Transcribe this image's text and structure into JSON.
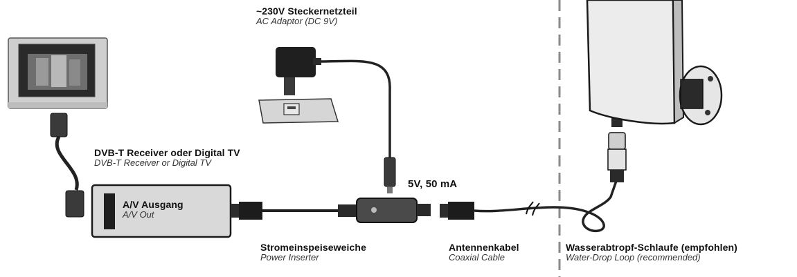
{
  "adapter": {
    "title": "~230V Steckernetzteil",
    "subtitle": "AC Adaptor (DC 9V)"
  },
  "receiver": {
    "title": "DVB-T Receiver oder Digital TV",
    "subtitle": "DVB-T Receiver or Digital TV"
  },
  "av_out": {
    "title": "A/V Ausgang",
    "subtitle": "A/V Out"
  },
  "power_spec": "5V, 50 mA",
  "inserter": {
    "title": "Stromeinspeiseweiche",
    "subtitle": "Power Inserter"
  },
  "cable": {
    "title": "Antennenkabel",
    "subtitle": "Coaxial Cable"
  },
  "loop": {
    "title": "Wasserabtropf-Schlaufe (empfohlen)",
    "subtitle": "Water-Drop Loop (recommended)"
  },
  "colors": {
    "ink": "#1a1a1a",
    "device_fill": "#d9d9d9",
    "dark_fill": "#3a3a3a"
  }
}
